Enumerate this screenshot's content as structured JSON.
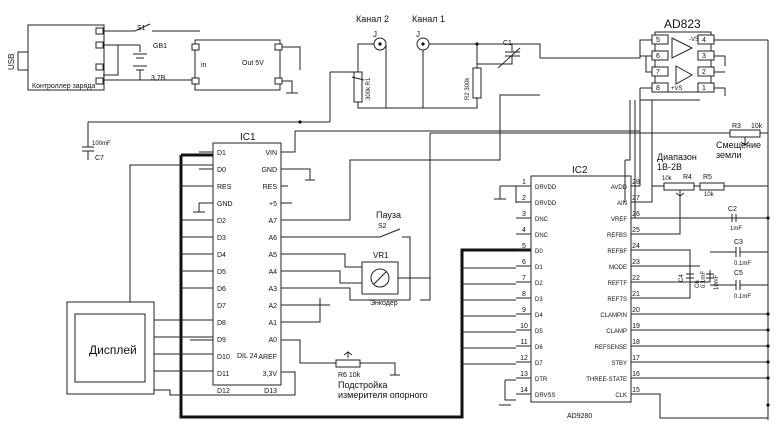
{
  "labels": {
    "usb": "USB",
    "charge_controller": "Контроллер заряда",
    "s1": "S1",
    "gb1": "GB1",
    "battery_voltage": "3,7В",
    "conv_in": "in",
    "conv_out": "Out 5V",
    "channel2": "Канал 2",
    "channel1": "Канал 1",
    "jack": "J",
    "r1": "300k R1",
    "r2": "R2 300k",
    "c1": "C1",
    "c7_value": "100mF",
    "c7": "C7",
    "ic1": "IC1",
    "ic1_type": "DIL 24",
    "opamp": "AD823",
    "opamp_vs_neg": "-VS",
    "opamp_vs_pos": "+VS",
    "r3": "R3",
    "r3_value": "10k",
    "ground_offset": "Смещение\nземли",
    "range": "Диапазон\n1В-2В",
    "r4_value": "10k",
    "r4": "R4",
    "r5": "R5",
    "r5_value": "10k",
    "c2": "C2",
    "c2_value": "1mF",
    "c3": "C3",
    "c3_value": "0.1mF",
    "c4": "C4",
    "c4_value": "0.1mF",
    "c6_value": "10mF",
    "c6": "C6",
    "c5": "C5",
    "c5_value": "0.1mF",
    "ic2": "IC2",
    "ic2_type": "AD9280",
    "pause": "Пауза",
    "s2": "S2",
    "vr1": "VR1",
    "encoder": "Энкодер",
    "display": "Дисплей",
    "r6": "R6 10k",
    "ref_adjust": "Подстройка\nизмерителя опорного"
  },
  "ic1_pins_left": [
    "D1",
    "D0",
    "RES",
    "GND",
    "D2",
    "D3",
    "D4",
    "D5",
    "D6",
    "D7",
    "D8",
    "D9",
    "D10",
    "D11",
    "D12"
  ],
  "ic1_pins_right": [
    "VIN",
    "GND",
    "RES",
    "+5",
    "A7",
    "A6",
    "A5",
    "A4",
    "A3",
    "A2",
    "A1",
    "A0",
    "AREF",
    "3,3V",
    "D13"
  ],
  "opamp_pins_left": [
    "5",
    "6",
    "7",
    "8"
  ],
  "opamp_pins_right": [
    "4",
    "3",
    "2",
    "1"
  ],
  "ic2_pins_left": [
    {
      "num": "1",
      "name": "DRVDD"
    },
    {
      "num": "2",
      "name": "DRVDD"
    },
    {
      "num": "3",
      "name": "DNC"
    },
    {
      "num": "4",
      "name": "DNC"
    },
    {
      "num": "5",
      "name": "D0"
    },
    {
      "num": "6",
      "name": "D1"
    },
    {
      "num": "7",
      "name": "D2"
    },
    {
      "num": "8",
      "name": "D3"
    },
    {
      "num": "9",
      "name": "D4"
    },
    {
      "num": "10",
      "name": "D5"
    },
    {
      "num": "11",
      "name": "D6"
    },
    {
      "num": "12",
      "name": "D7"
    },
    {
      "num": "13",
      "name": "DTR"
    },
    {
      "num": "14",
      "name": "DRVSS"
    }
  ],
  "ic2_pins_right": [
    {
      "num": "28",
      "name": "AVDD"
    },
    {
      "num": "27",
      "name": "AIN"
    },
    {
      "num": "26",
      "name": "VREF"
    },
    {
      "num": "25",
      "name": "REFBS"
    },
    {
      "num": "24",
      "name": "REFBF"
    },
    {
      "num": "23",
      "name": "MODE"
    },
    {
      "num": "22",
      "name": "REFTF"
    },
    {
      "num": "21",
      "name": "REFTS"
    },
    {
      "num": "20",
      "name": "CLAMPIN"
    },
    {
      "num": "19",
      "name": "CLAMP"
    },
    {
      "num": "18",
      "name": "REFSENSE"
    },
    {
      "num": "17",
      "name": "STBY"
    },
    {
      "num": "16",
      "name": "THREE-STATE"
    },
    {
      "num": "15",
      "name": "CLK"
    }
  ]
}
